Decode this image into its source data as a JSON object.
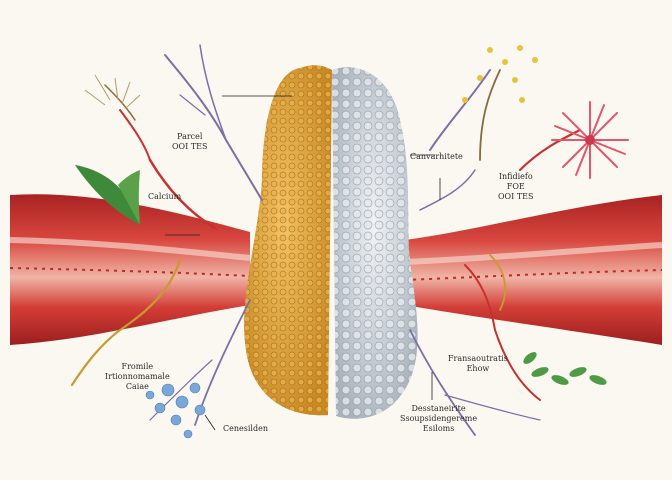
{
  "labels": {
    "top_left": [
      "Parcel",
      "OOI TES"
    ],
    "left_vessel": [
      "Calcium"
    ],
    "top_right": [
      "Canvarhitete"
    ],
    "right_upper": [
      "Infidiefo",
      "FOE",
      "OOI TES"
    ],
    "left_lower": [
      "Fromile",
      "Irtionnomamale",
      "Caiae"
    ],
    "bottom_center": [
      "Cenesilden"
    ],
    "right_middle": [
      "Fransaoutratis",
      "Ehow"
    ],
    "bottom_right": [
      "Desstaneirite",
      "Ssoupsidengereme",
      "Esiloms"
    ]
  },
  "colors": {
    "vessel": "#c8312e",
    "vessel_dark": "#8e1d1d",
    "gland_left": "#e0a43c",
    "gland_right": "#d7dde2",
    "nerve": "#7a6fa6",
    "leaf": "#3f8a3a",
    "flower": "#e2576a",
    "blossom": "#7aa6d8"
  },
  "icons": [
    "leaf-icon",
    "pink-flower-icon",
    "blue-blossom-icon",
    "yellow-blossom-icon"
  ]
}
